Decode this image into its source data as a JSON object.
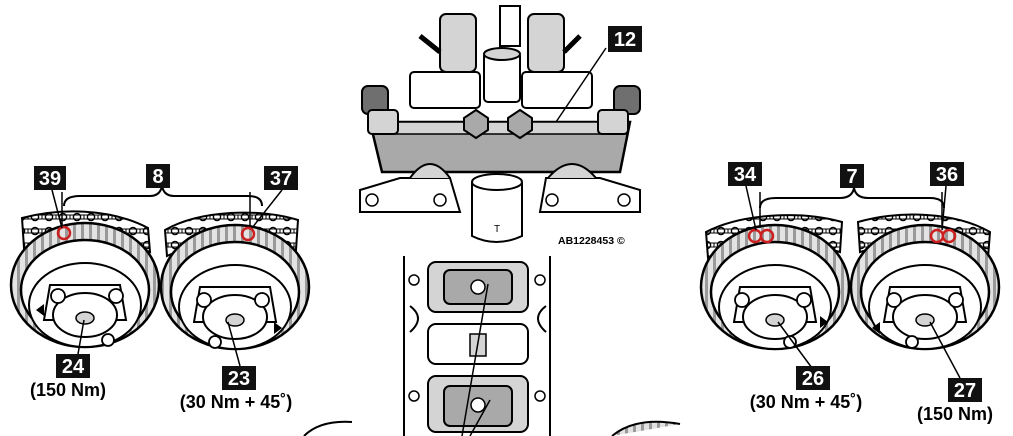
{
  "figure": {
    "reference_code": "AB1228453 ©",
    "tool_marking": "T"
  },
  "callouts": {
    "c39": "39",
    "c8": "8",
    "c37": "37",
    "c12": "12",
    "c34": "34",
    "c7": "7",
    "c36": "36",
    "c24": "24",
    "c23": "23",
    "c26": "26",
    "c27": "27"
  },
  "torque_specs": {
    "t24": "(150 Nm)",
    "t23": "(30 Nm + 45˚)",
    "t26": "(30 Nm + 45˚)",
    "t27": "(150 Nm)"
  },
  "colors": {
    "line": "#000000",
    "callout_bg": "#111111",
    "highlight_ring": "#cc1f1f",
    "light_grey": "#d4d4d4",
    "mid_grey": "#a9a9a9",
    "dark_grey": "#6f6f6f"
  }
}
